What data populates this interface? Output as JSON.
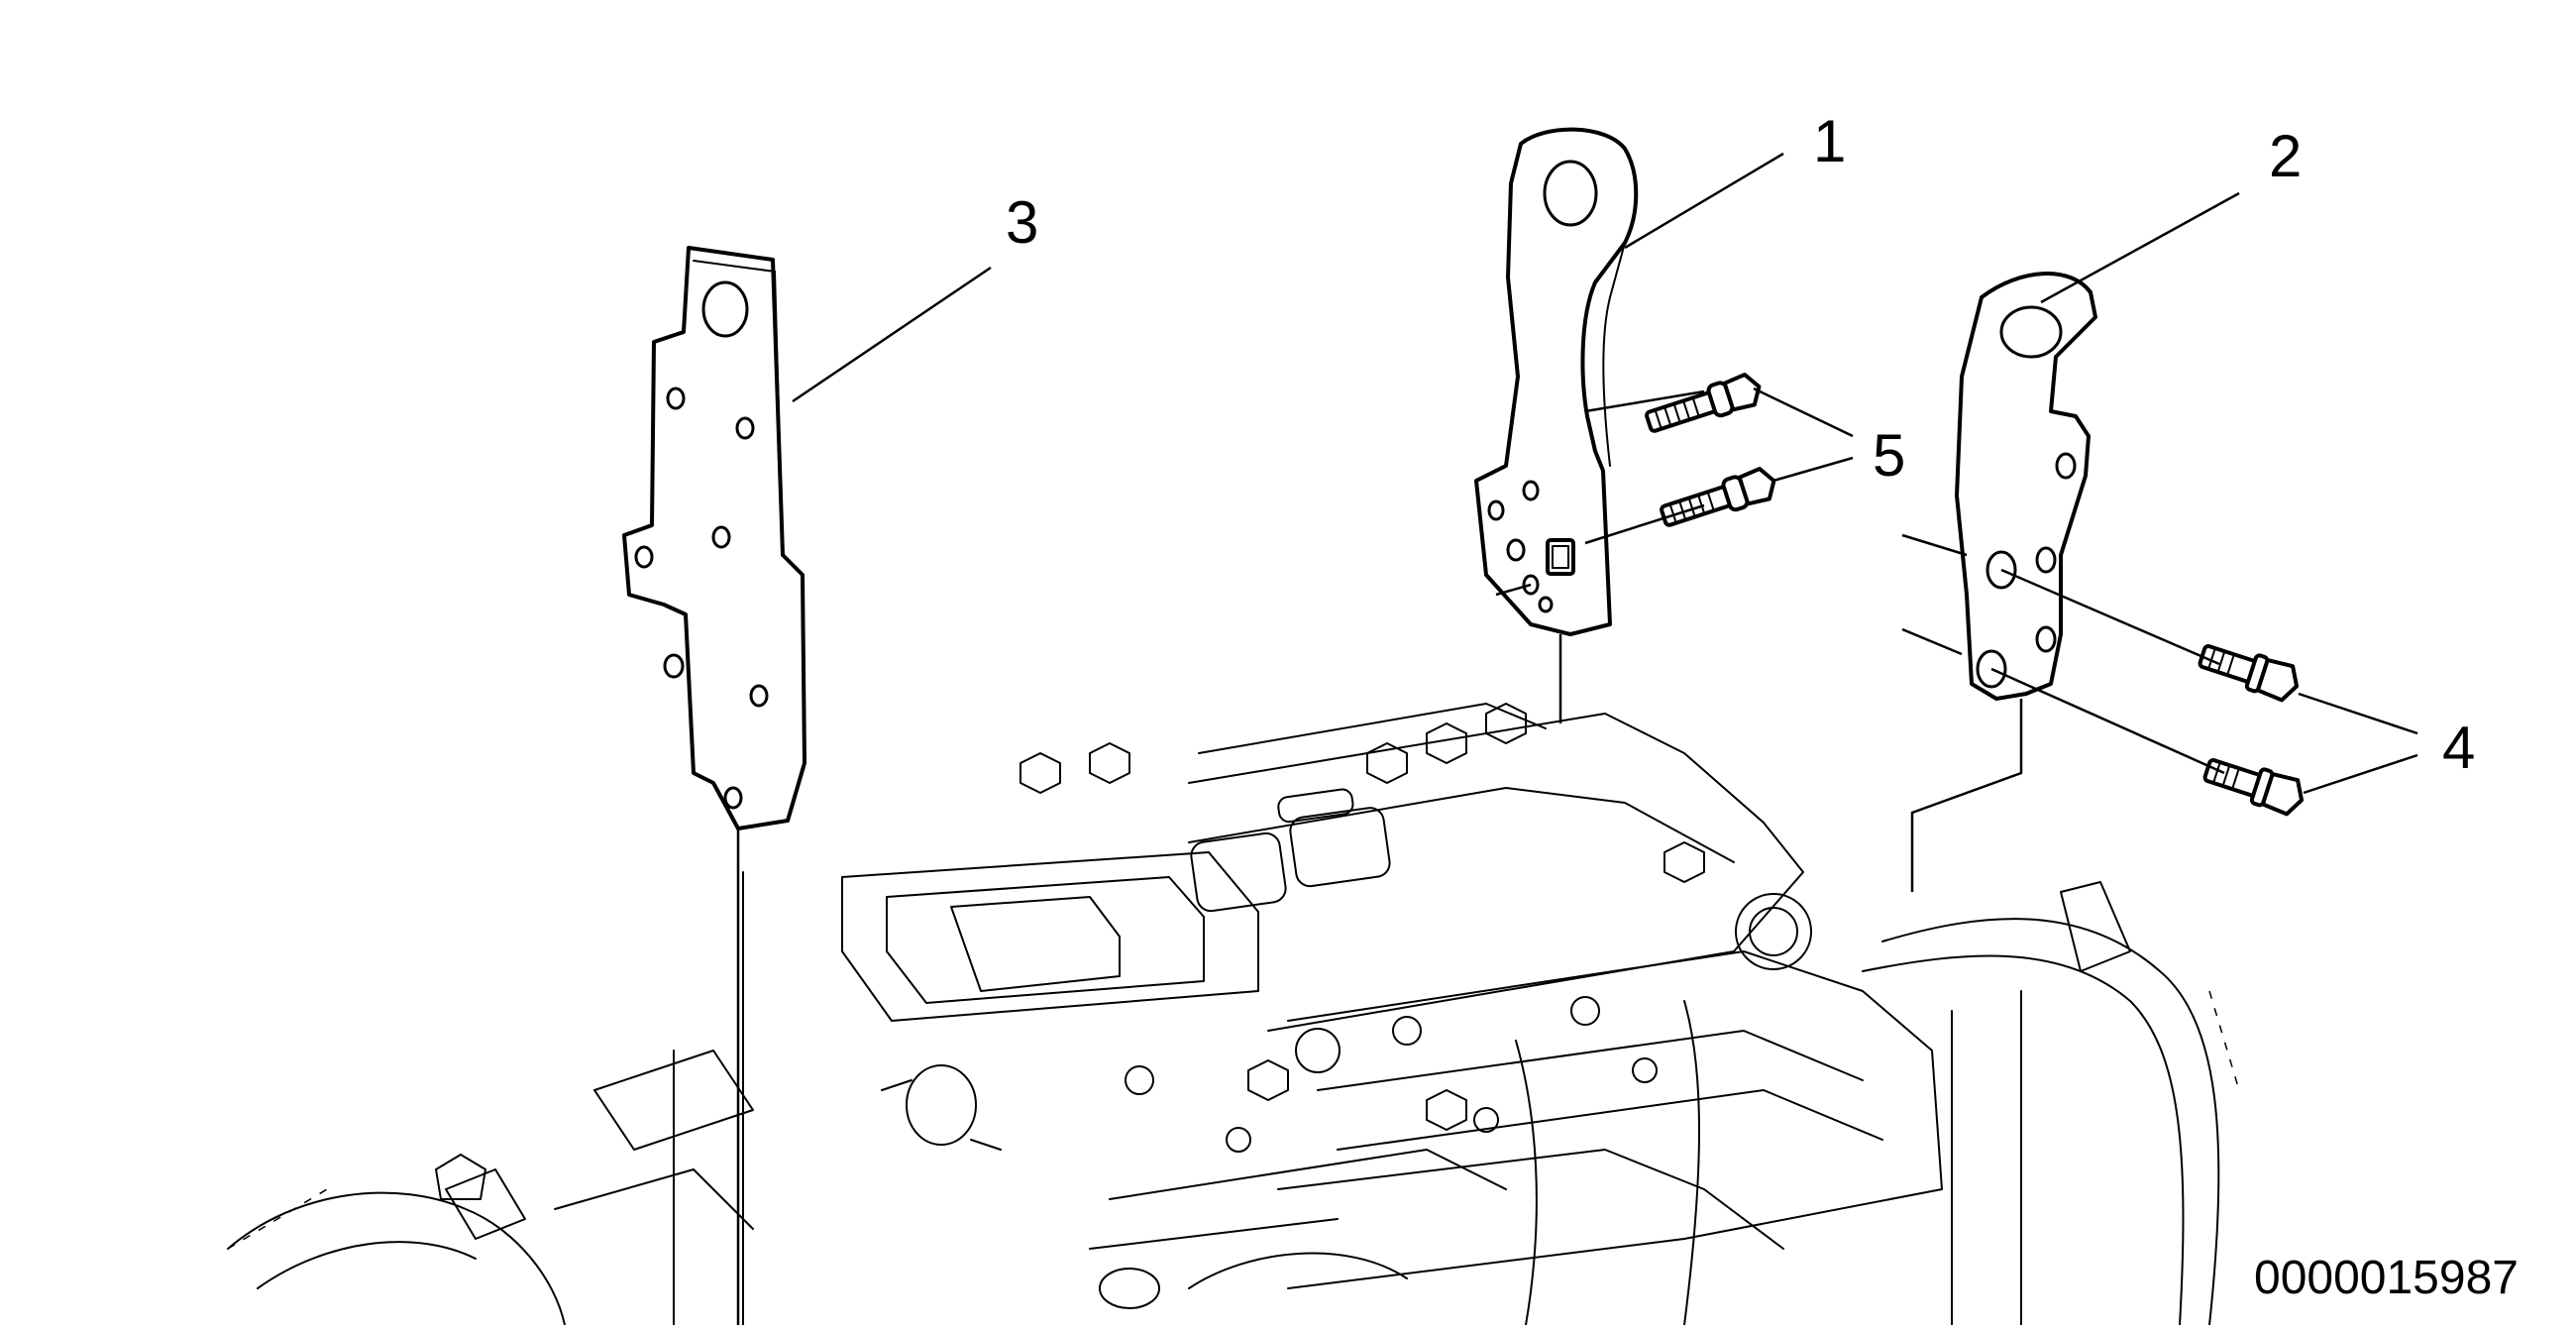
{
  "callouts": [
    "1",
    "2",
    "3",
    "4",
    "5"
  ],
  "document_id": "0000015987"
}
